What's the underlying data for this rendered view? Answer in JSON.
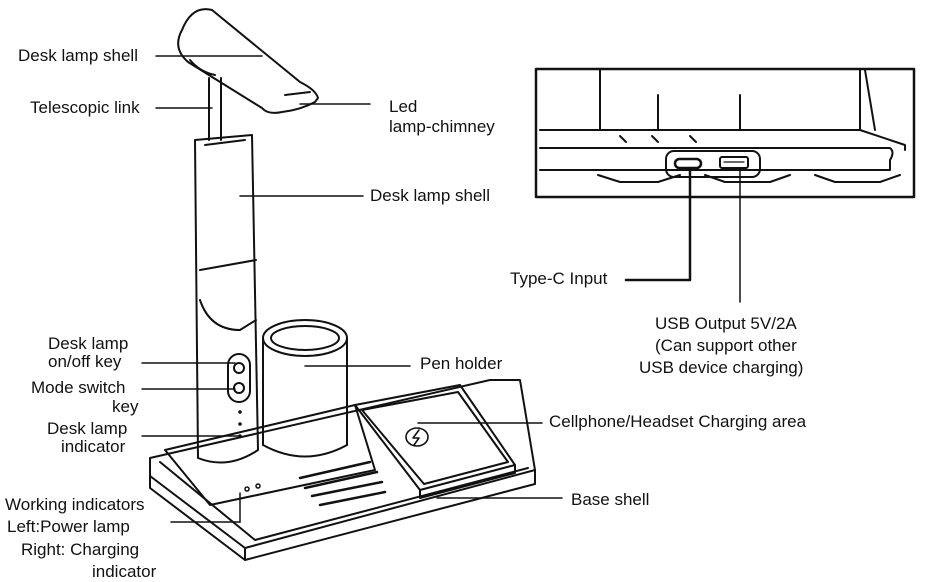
{
  "labels": {
    "lamp_shell_top": "Desk lamp shell",
    "telescopic_link": "Telescopic link",
    "led_chimney_1": "Led",
    "led_chimney_2": "lamp-chimney",
    "lamp_shell_body": "Desk lamp shell",
    "onoff_key_1": "Desk lamp",
    "onoff_key_2": "on/off  key",
    "mode_switch_1": "Mode switch",
    "mode_switch_2": "key",
    "lamp_indicator_1": "Desk lamp",
    "lamp_indicator_2": "indicator",
    "pen_holder": "Pen holder",
    "charging_area": "Cellphone/Headset Charging area",
    "base_shell": "Base shell",
    "working_ind_1": "Working indicators",
    "working_ind_2": "Left:Power lamp",
    "working_ind_3": "Right:  Charging",
    "working_ind_4": "indicator",
    "typec_input": "Type-C Input",
    "usb_output_1": "USB Output 5V/2A",
    "usb_output_2": "(Can support other",
    "usb_output_3": "USB device charging)"
  },
  "colors": {
    "line": "#111111",
    "background": "#ffffff"
  },
  "icons": {
    "wireless_charging": "wireless-charging-icon"
  }
}
